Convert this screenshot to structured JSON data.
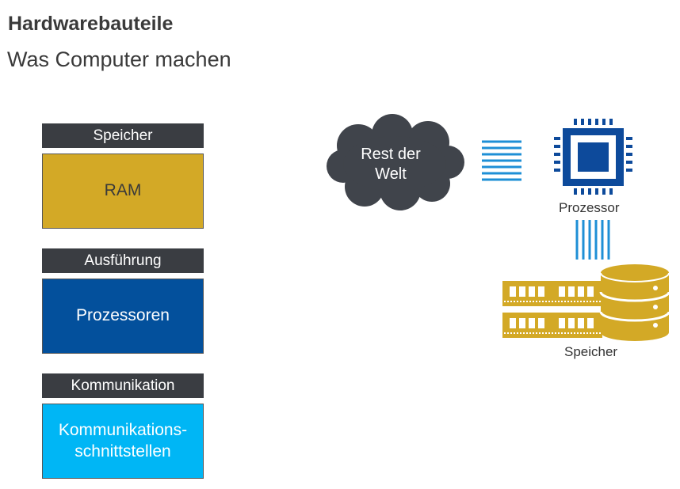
{
  "header": {
    "title": "Hardwarebauteile",
    "subtitle": "Was Computer machen"
  },
  "left_stack": [
    {
      "label": "Speicher",
      "box": "RAM"
    },
    {
      "label": "Ausführung",
      "box": "Prozessoren"
    },
    {
      "label": "Kommunikation",
      "box_line1": "Kommunikations-",
      "box_line2": "schnittstellen"
    }
  ],
  "right_diagram": {
    "cloud_line1": "Rest der",
    "cloud_line2": "Welt",
    "processor_caption": "Prozessor",
    "memory_caption": "Speicher"
  },
  "colors": {
    "dark_bar": "#3a3d42",
    "ram": "#d3a926",
    "processor": "#03509c",
    "communication": "#00b6f5",
    "connector": "#1e8fd6",
    "cloud": "#40444b"
  }
}
